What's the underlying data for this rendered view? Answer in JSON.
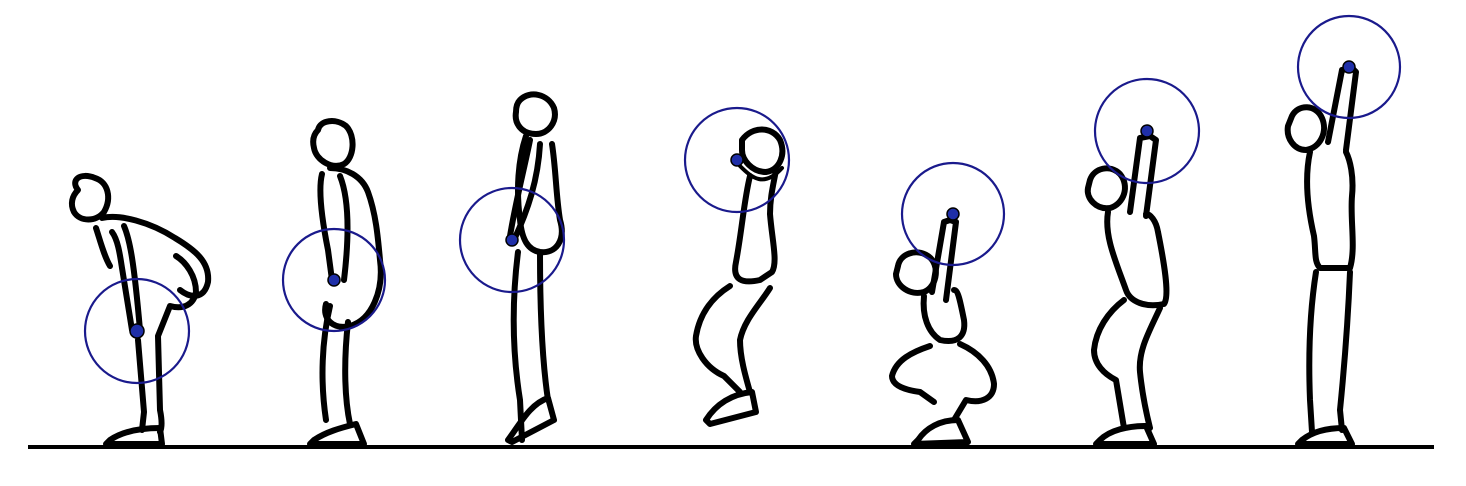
{
  "colors": {
    "background": "#ffffff",
    "figure_outline": "#000000",
    "barbell_plate": "#1a1a8c",
    "barbell_end": "#1f2fa8",
    "floor": "#000000"
  },
  "figure": {
    "description_type": "snatch-lift-sequence",
    "phase_count": 7,
    "phases": [
      {
        "id": "start-position"
      },
      {
        "id": "first-pull"
      },
      {
        "id": "second-pull"
      },
      {
        "id": "turnover"
      },
      {
        "id": "catch-squat"
      },
      {
        "id": "recovery"
      },
      {
        "id": "lockout"
      }
    ]
  }
}
